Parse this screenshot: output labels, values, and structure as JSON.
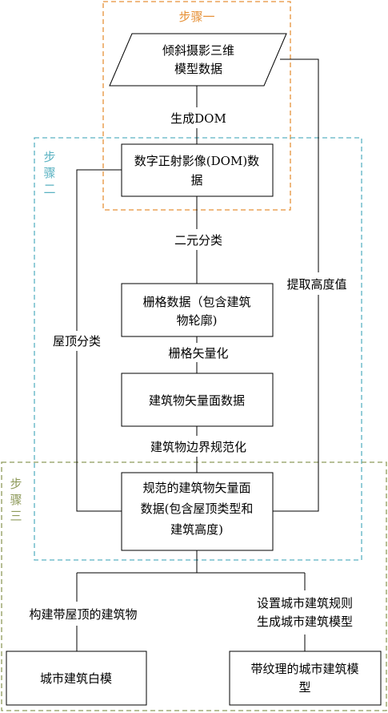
{
  "groups": {
    "step1": {
      "label": "步骤一",
      "color": "#E69138"
    },
    "step2": {
      "label_lines": [
        "步",
        "骤",
        "二"
      ],
      "color": "#5AB2C2"
    },
    "step3": {
      "label_lines": [
        "步",
        "骤",
        "三"
      ],
      "color": "#8E9A5A"
    }
  },
  "nodes": {
    "oblique_data": {
      "lines": [
        "倾斜摄影三维",
        "模型数据"
      ]
    },
    "dom_data": {
      "lines": [
        "数字正射影像(DOM)数",
        "据"
      ]
    },
    "raster_data": {
      "lines": [
        "栅格数据（包含建筑",
        "物轮廓)"
      ]
    },
    "building_vector": {
      "lines": [
        "建筑物矢量面数据"
      ]
    },
    "regular_vector": {
      "lines": [
        "规范的建筑物矢量面",
        "数据(包含屋顶类型和",
        "建筑高度)"
      ]
    },
    "white_model": {
      "lines": [
        "城市建筑白模"
      ]
    },
    "textured_model": {
      "lines": [
        "带纹理的城市建筑模",
        "型"
      ]
    }
  },
  "edges": {
    "generate_dom": "生成DOM",
    "binary_classify": "二元分类",
    "raster_vectorize": "栅格矢量化",
    "boundary_regularize": "建筑物边界规范化",
    "roof_classify": "屋顶分类",
    "extract_height": "提取高度值",
    "build_roof": "构建带屋顶的建筑物",
    "set_rules": [
      "设置城市建筑规则",
      "生成城市建筑模型"
    ]
  }
}
